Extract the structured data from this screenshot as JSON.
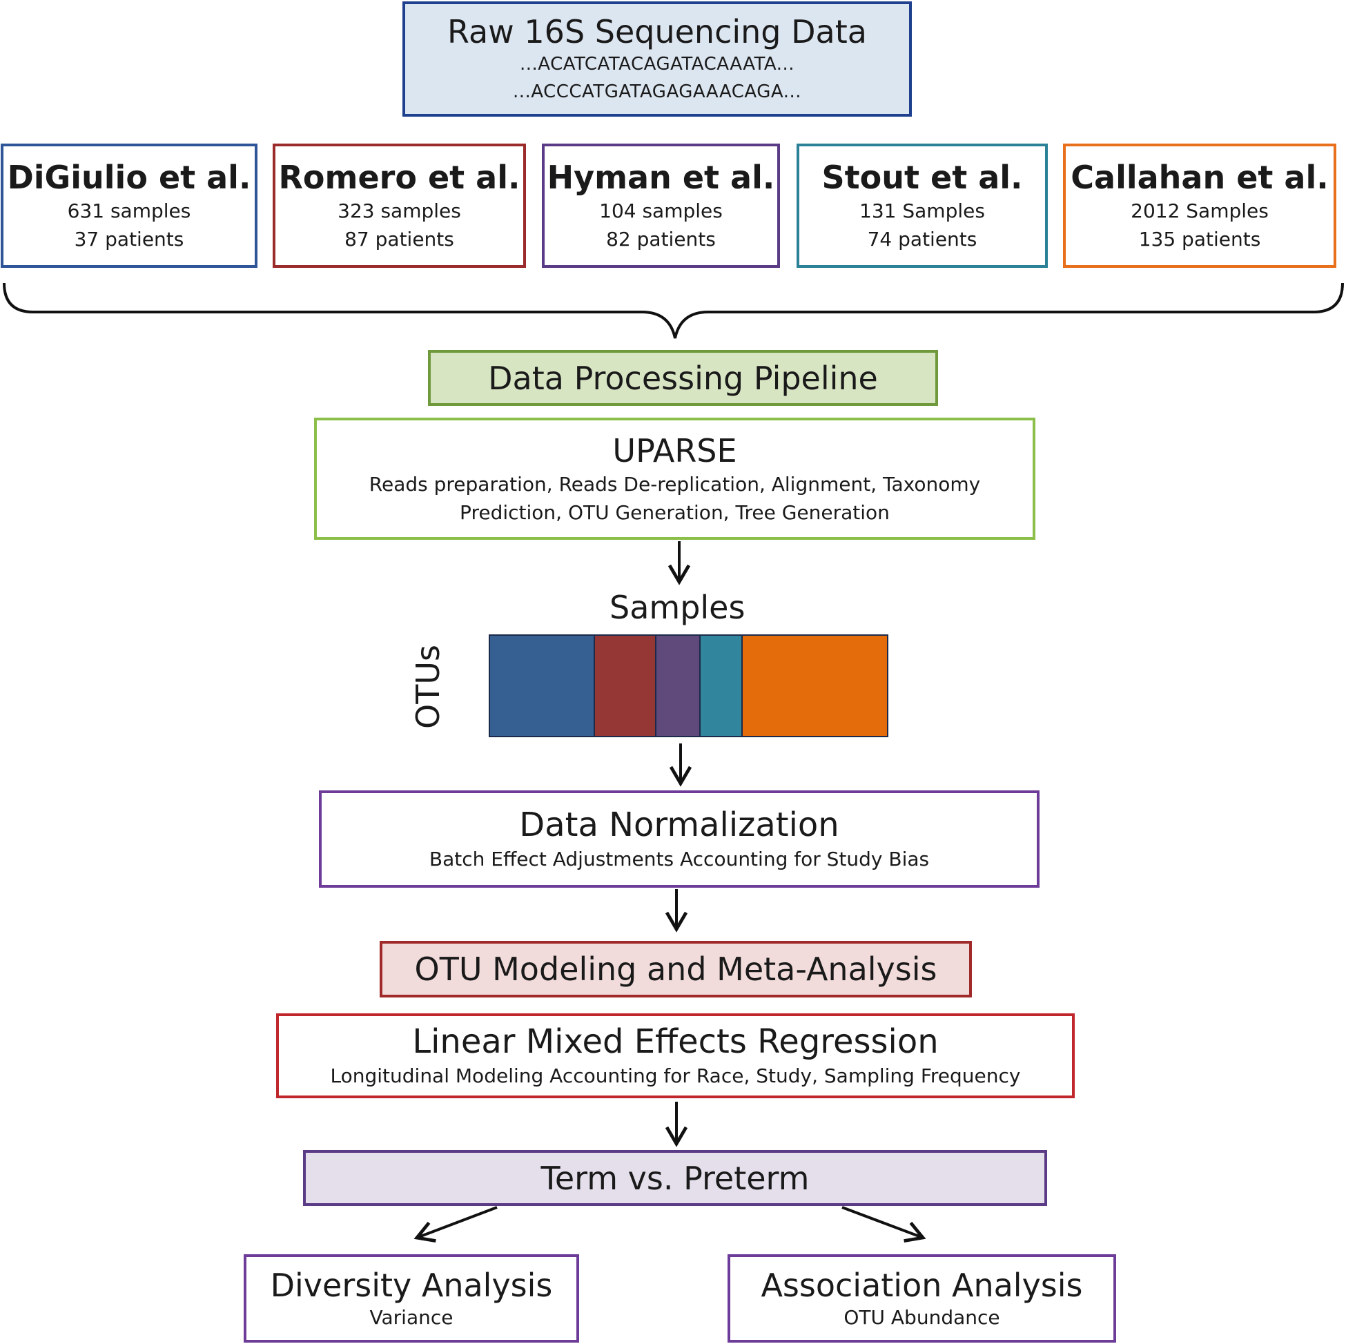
{
  "raw_data": {
    "title": "Raw 16S Sequencing Data",
    "seq1": "...ACATCATACAGATACAAATA...",
    "seq2": "...ACCCATGATAGAGAAACAGA..."
  },
  "studies": [
    {
      "name": "DiGiulio et al.",
      "samples": "631 samples",
      "patients": "37 patients",
      "color": "#2e5597"
    },
    {
      "name": "Romero et al.",
      "samples": "323 samples",
      "patients": "87 patients",
      "color": "#9b2a2a"
    },
    {
      "name": "Hyman et al.",
      "samples": "104 samples",
      "patients": "82 patients",
      "color": "#5b3a86"
    },
    {
      "name": "Stout et al.",
      "samples": "131 Samples",
      "patients": "74 patients",
      "color": "#2b8197"
    },
    {
      "name": "Callahan et al.",
      "samples": "2012 Samples",
      "patients": "135 patients",
      "color": "#e8701d"
    }
  ],
  "pipeline": {
    "header": "Data Processing Pipeline",
    "uparse_title": "UPARSE",
    "uparse_line1": "Reads preparation, Reads De-replication, Alignment, Taxonomy",
    "uparse_line2": "Prediction, OTU Generation, Tree Generation"
  },
  "matrix": {
    "columns_label": "Samples",
    "rows_label": "OTUs",
    "segments": [
      {
        "color": "#376092"
      },
      {
        "color": "#953735"
      },
      {
        "color": "#604a7b"
      },
      {
        "color": "#31859c"
      },
      {
        "color": "#e46c0a"
      }
    ]
  },
  "normalization": {
    "title": "Data Normalization",
    "subtitle": "Batch Effect Adjustments Accounting for Study Bias"
  },
  "modeling": {
    "header": "OTU Modeling and Meta-Analysis",
    "title": "Linear Mixed Effects Regression",
    "subtitle": "Longitudinal Modeling Accounting for Race, Study, Sampling Frequency"
  },
  "outcome": {
    "header": "Term vs. Preterm"
  },
  "analyses": {
    "diversity_title": "Diversity Analysis",
    "diversity_subtitle": "Variance",
    "association_title": "Association Analysis",
    "association_subtitle": "OTU Abundance"
  }
}
